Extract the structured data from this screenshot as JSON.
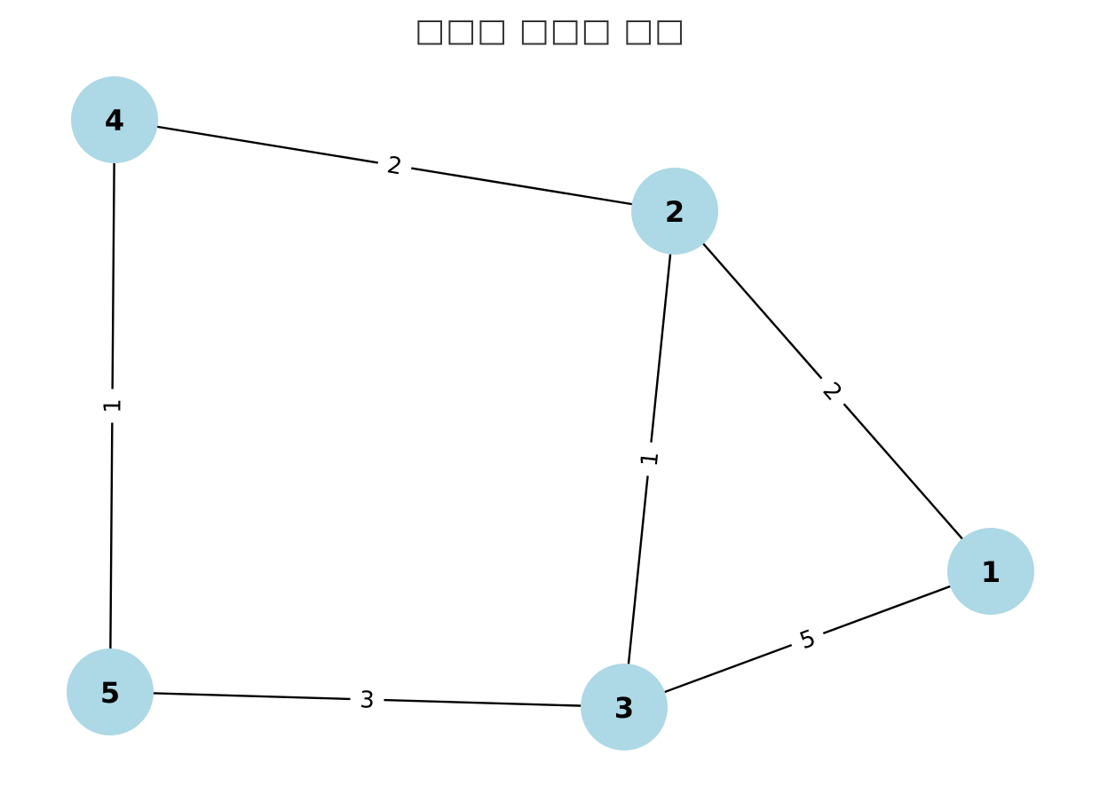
{
  "title": "□□□ □□□ □□",
  "colors": {
    "node_fill": "#add8e6",
    "edge": "#000000",
    "text": "#000000",
    "title": "#333333"
  },
  "graph": {
    "nodes": [
      {
        "id": "1",
        "label": "1"
      },
      {
        "id": "2",
        "label": "2"
      },
      {
        "id": "3",
        "label": "3"
      },
      {
        "id": "4",
        "label": "4"
      },
      {
        "id": "5",
        "label": "5"
      }
    ],
    "edges": [
      {
        "source": "4",
        "target": "2",
        "weight": "2"
      },
      {
        "source": "4",
        "target": "5",
        "weight": "1"
      },
      {
        "source": "2",
        "target": "3",
        "weight": "1"
      },
      {
        "source": "2",
        "target": "1",
        "weight": "2"
      },
      {
        "source": "1",
        "target": "3",
        "weight": "5"
      },
      {
        "source": "5",
        "target": "3",
        "weight": "3"
      }
    ]
  }
}
